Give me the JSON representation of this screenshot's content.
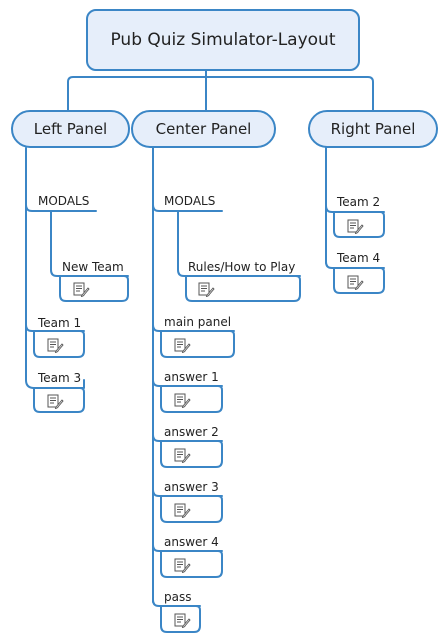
{
  "root": {
    "title": "Pub Quiz Simulator-Layout"
  },
  "panels": {
    "left": {
      "title": "Left Panel",
      "modals_label": "MODALS",
      "modal_items": [
        "New Team"
      ],
      "items": [
        "Team 1",
        "Team 3"
      ]
    },
    "center": {
      "title": "Center Panel",
      "modals_label": "MODALS",
      "modal_items": [
        "Rules/How to Play"
      ],
      "items": [
        "main panel",
        "answer 1",
        "answer 2",
        "answer 3",
        "answer 4",
        "pass"
      ]
    },
    "right": {
      "title": "Right Panel",
      "items": [
        "Team 2",
        "Team 4"
      ]
    }
  },
  "colors": {
    "line": "#3b86c6",
    "node_fill": "#e6eefa"
  },
  "icons": {
    "note": "note-icon"
  }
}
